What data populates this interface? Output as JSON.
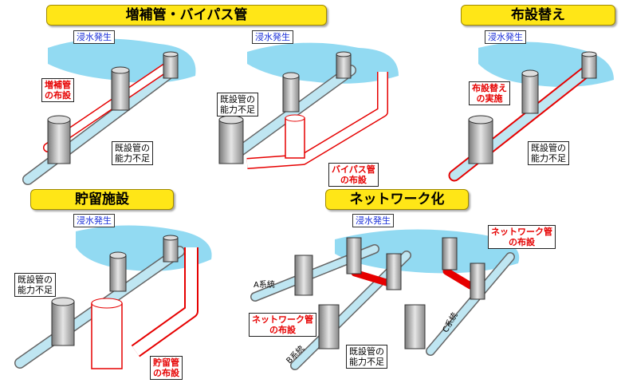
{
  "colors": {
    "title_bg": "#ffe617",
    "water": "#7fd3f0",
    "existing_pipe": "#bfe6f2",
    "new_pipe": "#e60000",
    "flood_text": "#1a2fd8"
  },
  "panels": {
    "augment_bypass": {
      "title": "増補管・バイパス管"
    },
    "replacement": {
      "title": "布設替え"
    },
    "storage": {
      "title": "貯留施設"
    },
    "network": {
      "title": "ネットワーク化"
    }
  },
  "callouts": {
    "flood": "浸水発生",
    "existing_insufficient": "既設管の\n能力不足",
    "augment_pipe": "増補管\nの布設",
    "bypass_pipe": "バイパス管\nの布設",
    "replacement": "布設替え\nの実施",
    "storage": "貯留管\nの布設",
    "network_pipe": "ネットワーク管\nの布設"
  },
  "system_labels": {
    "a": "A系統",
    "b": "B系統",
    "c": "C系統"
  }
}
